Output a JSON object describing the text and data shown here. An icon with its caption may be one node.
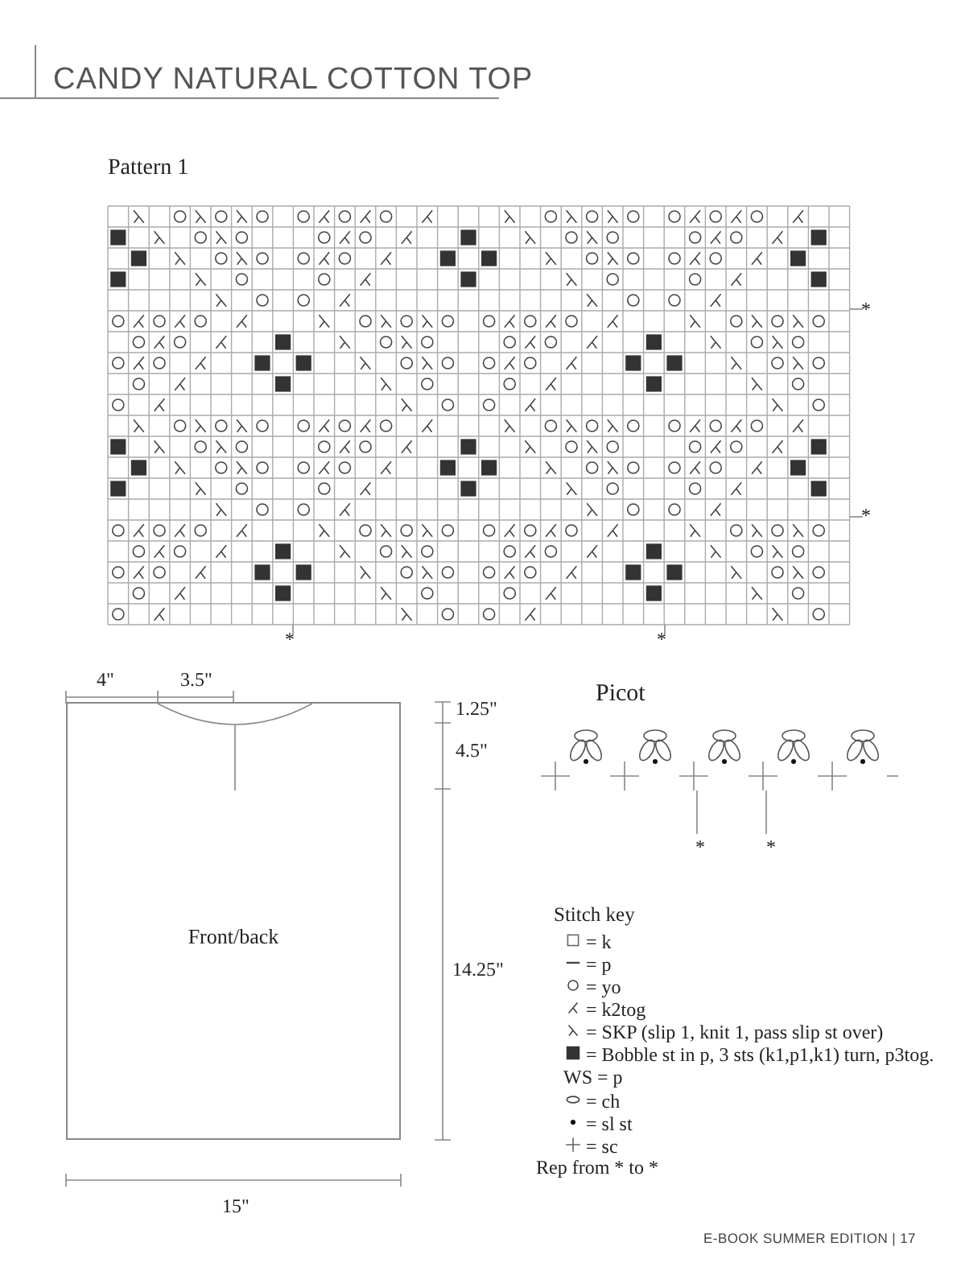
{
  "diagram": {
    "title": "CANDY NATURAL COTTON TOP",
    "nodes": [
      {
        "text": [
          "Front/back"
        ]
      }
    ],
    "edges": [],
    "labels": [
      "Pattern 1",
      "*",
      "*",
      "*",
      "*",
      "4\"",
      "3.5\"",
      "Picot",
      "1.25\"",
      "4.5\"",
      "*",
      "*",
      "Stitch key",
      "14.25\"",
      "WS = p",
      "Rep from * to *",
      "15\"",
      "E-BOOK SUMMER EDITION | 17"
    ],
    "legend": [
      {
        "text": "= k"
      },
      {
        "text": "= p"
      },
      {
        "text": "= yo"
      },
      {
        "text": "= k2tog"
      },
      {
        "text": "= SKP (slip 1, knit 1, pass slip st over)"
      },
      {
        "text": "= Bobble st in p, 3 sts (k1,p1,k1) turn, p3tog."
      },
      {
        "text": "= ch"
      },
      {
        "text": "= sl st"
      },
      {
        "text": "= sc"
      }
    ]
  }
}
